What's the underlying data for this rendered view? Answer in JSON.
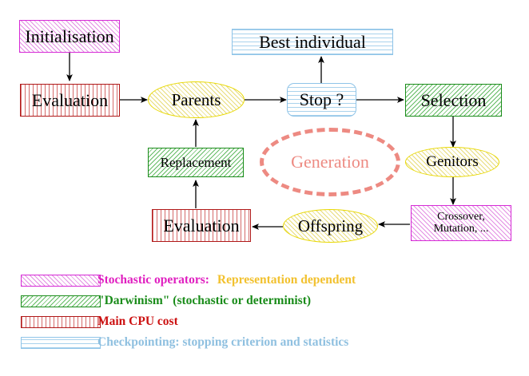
{
  "title": "Evolutionary Algorithm Cycle",
  "nodes": {
    "initialisation": {
      "label": "Initialisation",
      "fill": "magenta",
      "shape": "box"
    },
    "evaluation_top": {
      "label": "Evaluation",
      "fill": "red",
      "shape": "box"
    },
    "parents": {
      "label": "Parents",
      "fill": "yellow",
      "shape": "ellipse"
    },
    "stop": {
      "label": "Stop ?",
      "fill": "blue",
      "shape": "rounded-box"
    },
    "best_individual": {
      "label": "Best individual",
      "fill": "blue",
      "shape": "box"
    },
    "selection": {
      "label": "Selection",
      "fill": "green",
      "shape": "box"
    },
    "genitors": {
      "label": "Genitors",
      "fill": "yellow",
      "shape": "ellipse"
    },
    "crossover": {
      "label": "Crossover,\nMutation, ...",
      "fill": "magenta",
      "shape": "box"
    },
    "offspring": {
      "label": "Offspring",
      "fill": "yellow",
      "shape": "ellipse"
    },
    "evaluation_bottom": {
      "label": "Evaluation",
      "fill": "red",
      "shape": "box"
    },
    "replacement": {
      "label": "Replacement",
      "fill": "green",
      "shape": "box"
    },
    "generation": {
      "label": "Generation",
      "fill": "none",
      "shape": "dashed-ellipse"
    }
  },
  "edges": [
    {
      "from": "initialisation",
      "to": "evaluation_top",
      "direction": "down"
    },
    {
      "from": "evaluation_top",
      "to": "parents",
      "direction": "right"
    },
    {
      "from": "parents",
      "to": "stop",
      "direction": "right"
    },
    {
      "from": "stop",
      "to": "best_individual",
      "direction": "up"
    },
    {
      "from": "stop",
      "to": "selection",
      "direction": "right"
    },
    {
      "from": "selection",
      "to": "genitors",
      "direction": "down"
    },
    {
      "from": "genitors",
      "to": "crossover",
      "direction": "down"
    },
    {
      "from": "crossover",
      "to": "offspring",
      "direction": "left"
    },
    {
      "from": "offspring",
      "to": "evaluation_bottom",
      "direction": "left"
    },
    {
      "from": "evaluation_bottom",
      "to": "replacement",
      "direction": "up"
    },
    {
      "from": "replacement",
      "to": "parents",
      "direction": "up"
    }
  ],
  "legend": {
    "rows": [
      {
        "swatch": "magenta",
        "text1": "Stochastic operators:",
        "text1_color": "#e01fc0",
        "text2": "Representation dependent",
        "text2_color": "#f2c12e"
      },
      {
        "swatch": "green",
        "text1": "\"Darwinism\" (stochastic or determinist)",
        "text1_color": "#1a8c1a",
        "text2": "",
        "text2_color": "#1a8c1a"
      },
      {
        "swatch": "red",
        "text1": "Main CPU cost",
        "text1_color": "#cc1111",
        "text2": "",
        "text2_color": "#cc1111"
      },
      {
        "swatch": "blue",
        "text1": "Checkpointing: stopping criterion and statistics",
        "text1_color": "#8fc0e0",
        "text2": "",
        "text2_color": "#8fc0e0"
      }
    ]
  },
  "colors": {
    "magenta_border": "#d62ad6",
    "green_border": "#1a8c1a",
    "red_border": "#b01818",
    "blue_border": "#8fc4e8",
    "yellow_border": "#e8d800",
    "generation_dashed": "#ed8a82",
    "arrow": "#000000",
    "background": "#ffffff"
  }
}
